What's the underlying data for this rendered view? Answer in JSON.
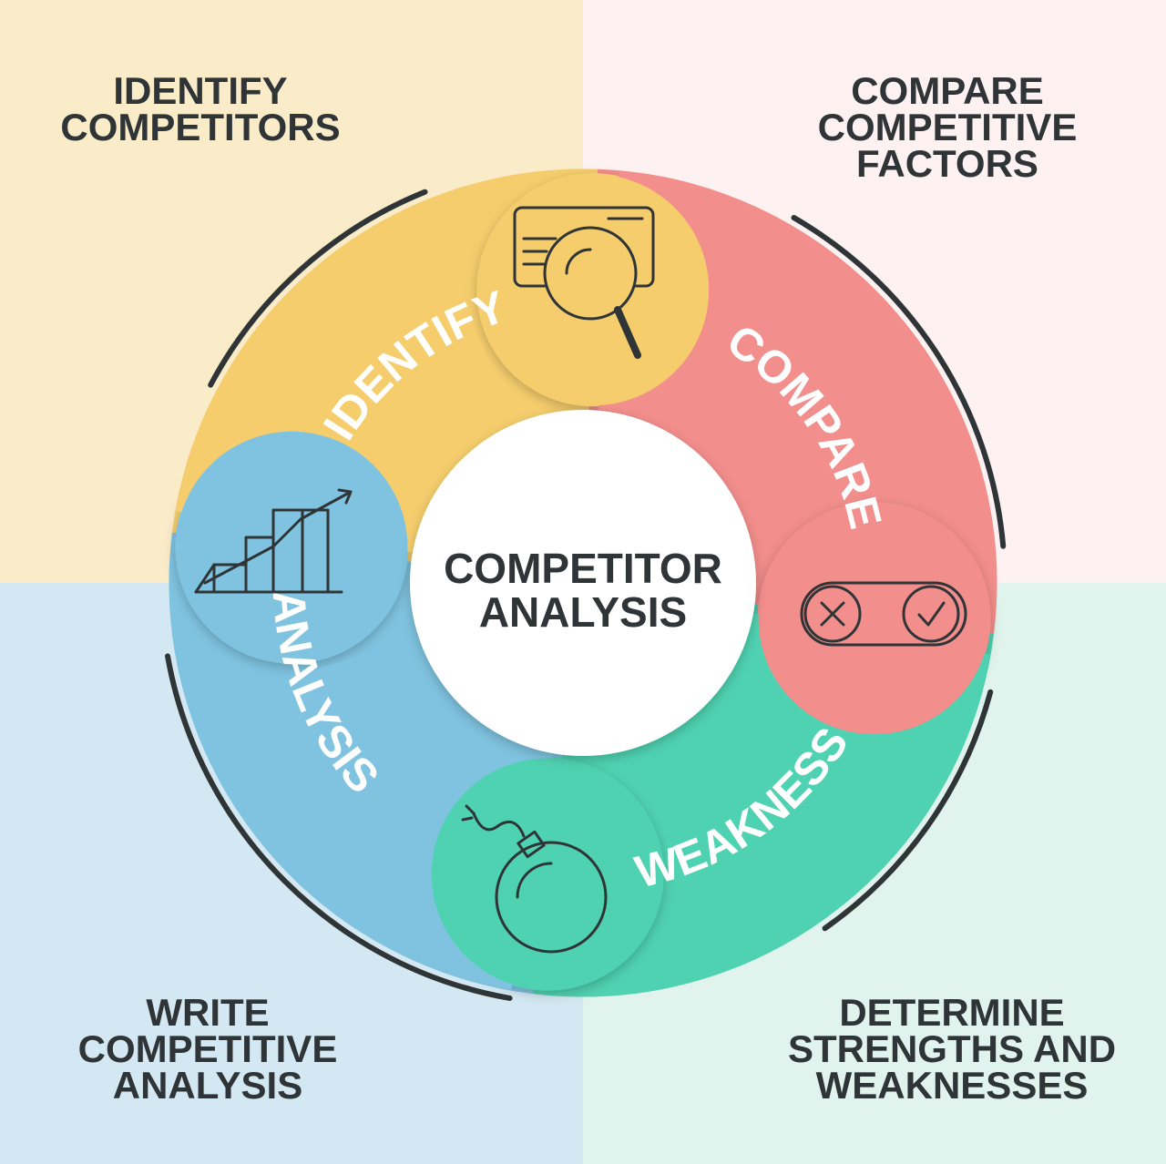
{
  "quadrants": {
    "top_left": {
      "lines": [
        "IDENTIFY",
        "COMPETITORS"
      ],
      "color": "#faebc9"
    },
    "top_right": {
      "lines": [
        "COMPARE",
        "COMPETITIVE",
        "FACTORS"
      ],
      "color": "#fdf1f1"
    },
    "bottom_left": {
      "lines": [
        "WRITE",
        "COMPETITIVE",
        "ANALYSIS"
      ],
      "color": "#d3e8f2"
    },
    "bottom_right": {
      "lines": [
        "DETERMINE",
        "STRENGTHS AND",
        "WEAKNESSES"
      ],
      "color": "#e0f4ed"
    }
  },
  "center": {
    "lines": [
      "COMPETITOR",
      "ANALYSIS"
    ]
  },
  "segments": {
    "identify": {
      "label": "IDENTIFY",
      "color": "#f5cd6d",
      "icon": "browser-search-icon"
    },
    "compare": {
      "label": "COMPARE",
      "color": "#f28e8b",
      "icon": "toggle-check-cross-icon"
    },
    "weakness": {
      "label": "WEAKNESS",
      "color": "#4fd2b1",
      "icon": "bomb-icon"
    },
    "analysis": {
      "label": "ANALYSIS",
      "color": "#7fc3e0",
      "icon": "growth-chart-icon"
    }
  },
  "text_color": "#2f3437"
}
